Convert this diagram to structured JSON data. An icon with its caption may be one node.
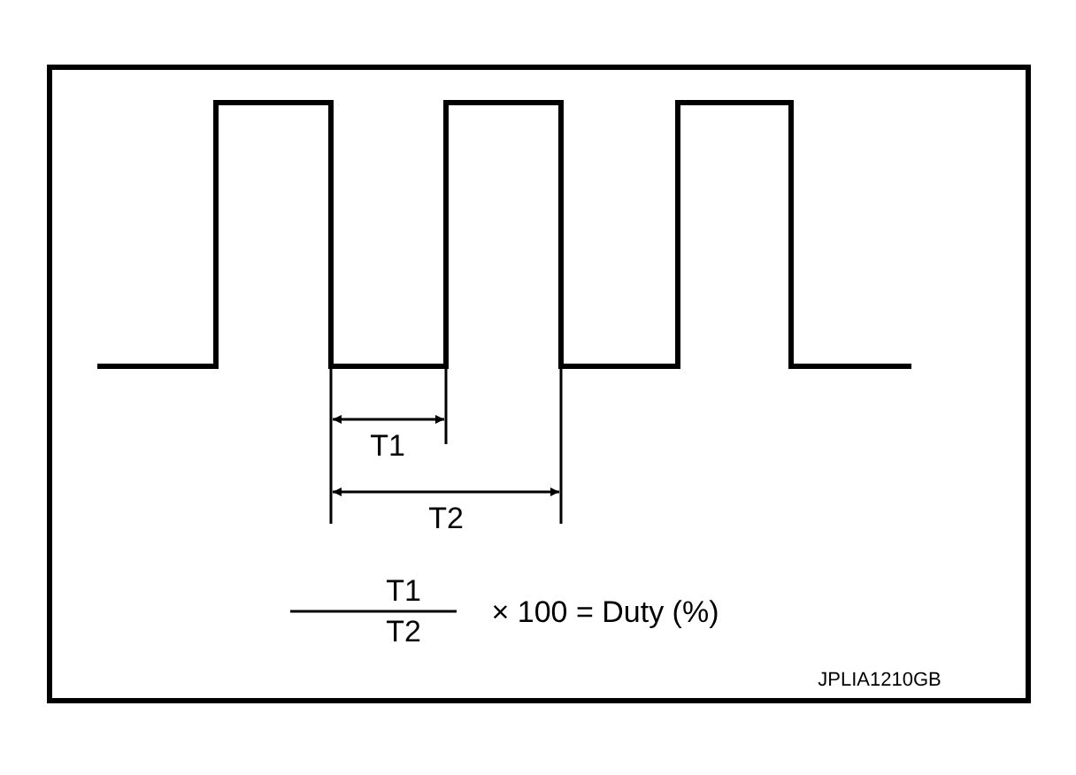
{
  "diagram": {
    "labels": [
      "T1",
      "T2",
      "T1",
      "T2",
      "× 100 = Duty (%)",
      "JPLIA1210GB"
    ]
  }
}
